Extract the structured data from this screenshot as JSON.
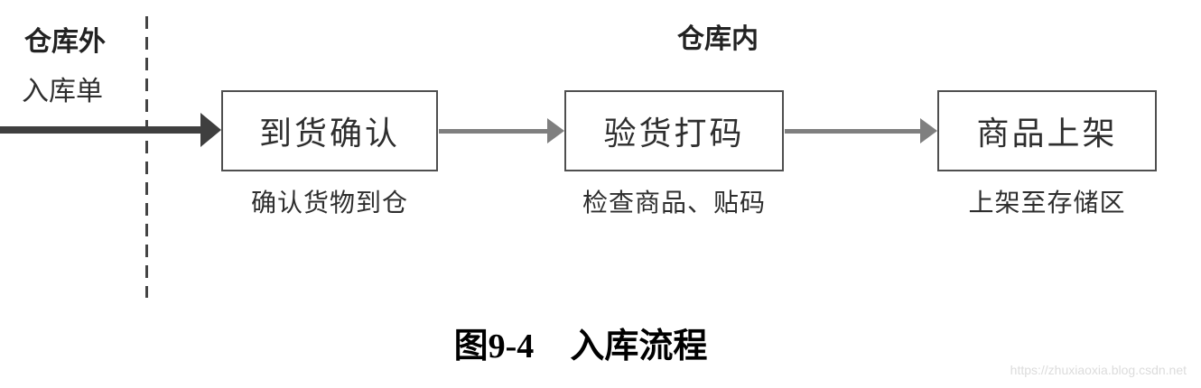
{
  "diagram": {
    "zone_outside_label": "仓库外",
    "zone_inside_label": "仓库内",
    "input_label": "入库单",
    "steps": [
      {
        "title": "到货确认",
        "description": "确认货物到仓"
      },
      {
        "title": "验货打码",
        "description": "检查商品、贴码"
      },
      {
        "title": "商品上架",
        "description": "上架至存储区"
      }
    ]
  },
  "caption": {
    "figure_number": "图9-4",
    "title": "入库流程"
  },
  "watermark": {
    "text": "https://zhuxiaoxia.blog.csdn.net"
  },
  "colors": {
    "thick-arrow": "#3f3f3f",
    "flow-arrow": "#7f7f7f",
    "box-border": "#4f4f4f",
    "box-text": "#2e2e2e",
    "zone-text": "#222222",
    "divider": "#444444",
    "watermark": "#dcdcdc"
  }
}
